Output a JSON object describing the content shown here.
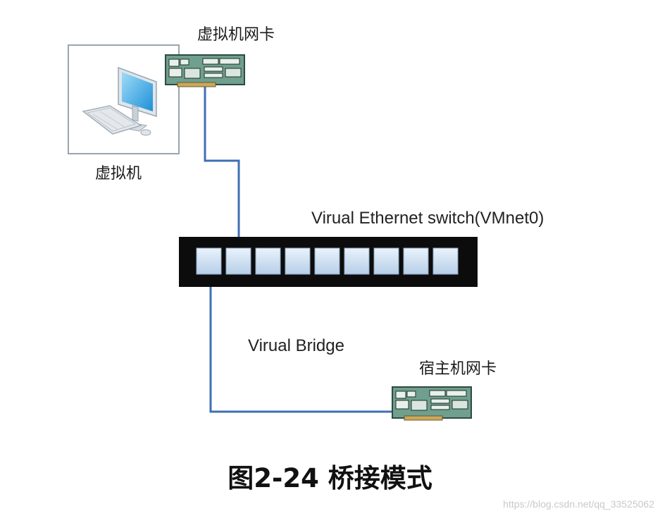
{
  "labels": {
    "vm_nic": "虚拟机网卡",
    "vm": "虚拟机",
    "switch": "Virual Ethernet switch(VMnet0)",
    "bridge": "Virual Bridge",
    "host_nic": "宿主机网卡"
  },
  "caption": "图2-24 桥接模式",
  "watermark": "https://blog.csdn.net/qq_33525062",
  "colors": {
    "link_line": "#3f6fb3",
    "switch_body": "#0c0c0c",
    "port_fill": "#cfe0f1",
    "nic_board": "#6f9f8e"
  },
  "switch_port_count": 9
}
